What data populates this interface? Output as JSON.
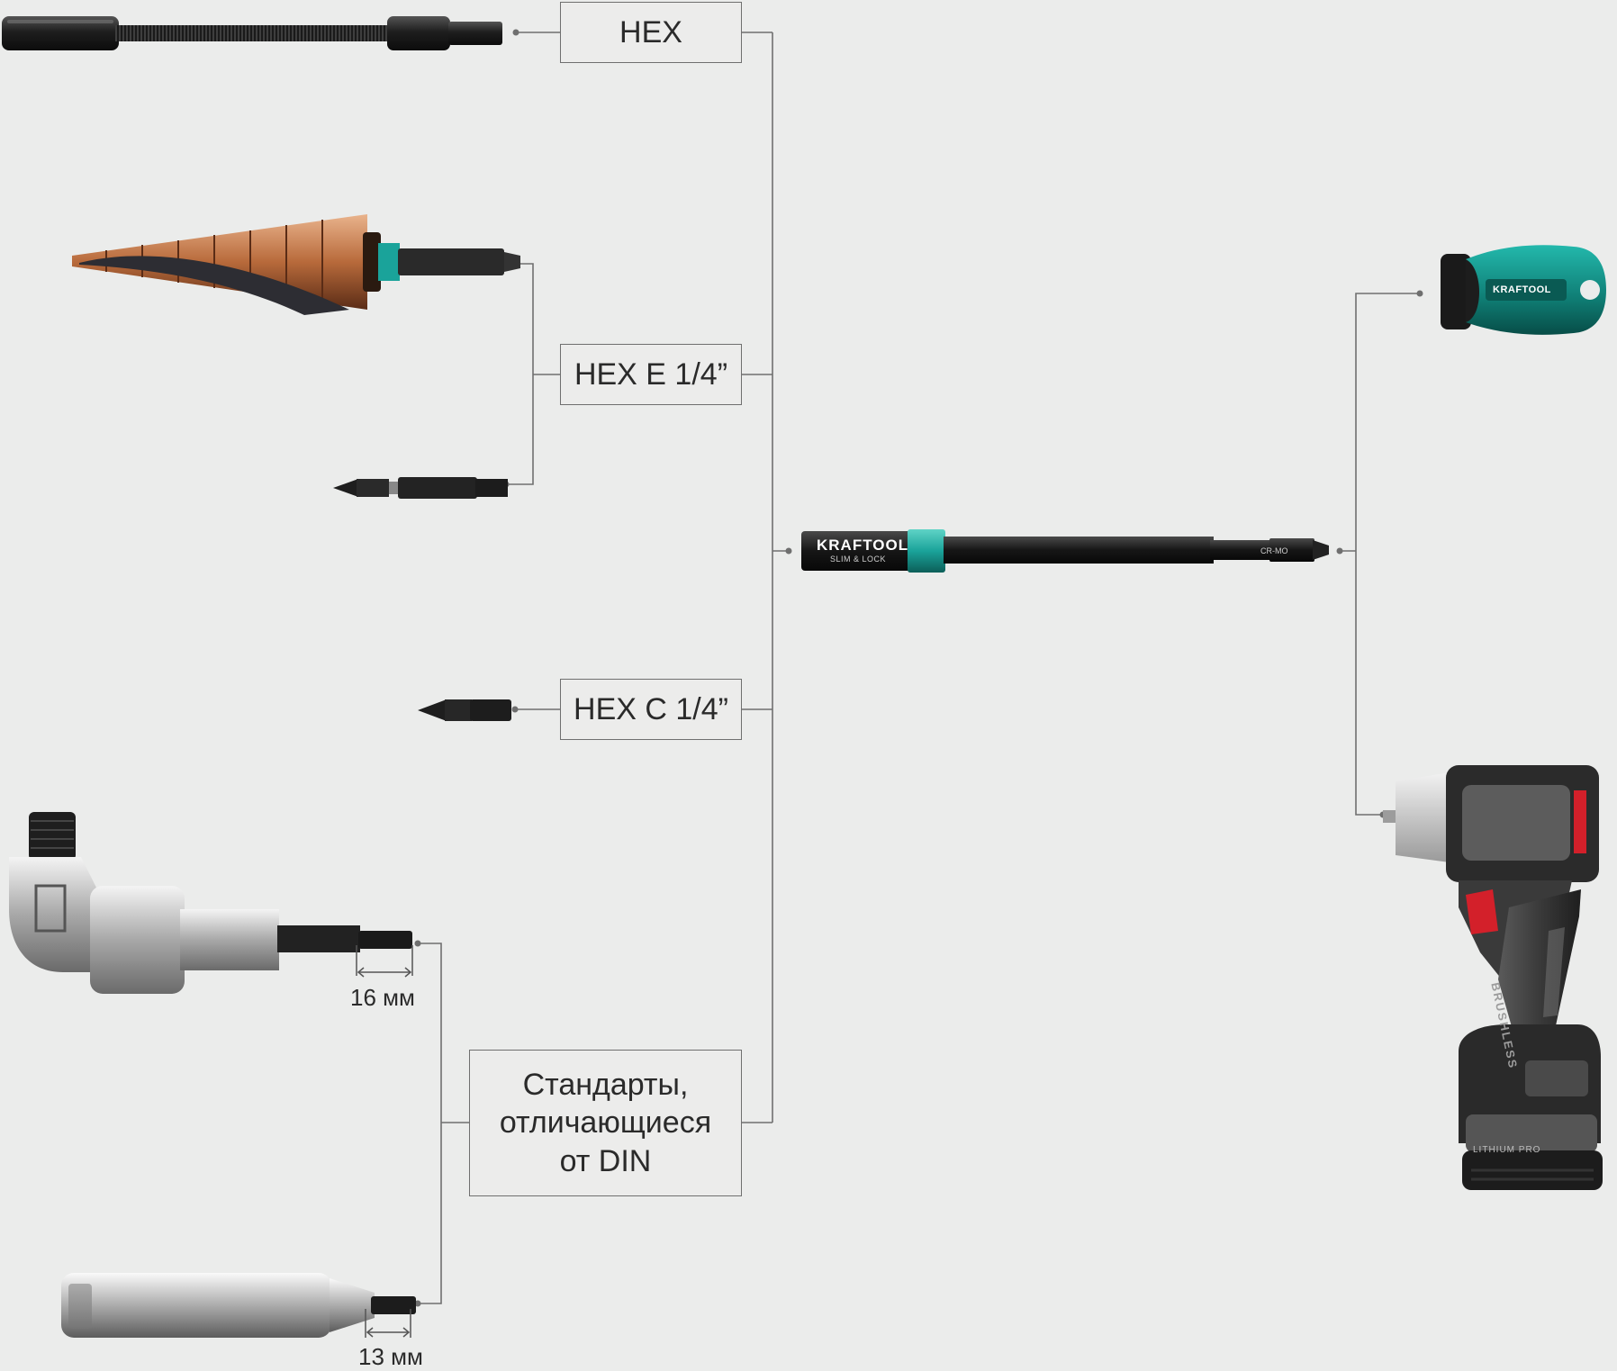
{
  "labels": {
    "hex": "HEX",
    "hex_e": "HEX E 1/4”",
    "hex_c": "HEX C 1/4”",
    "non_din_line1": "Стандарты,",
    "non_din_line2": "отличающиеся",
    "non_din_line3": "от DIN"
  },
  "dimensions": {
    "angle_adapter": "16 мм",
    "socket_holder": "13 мм"
  },
  "product_marks": {
    "holder_brand": "KRAFTOOL",
    "holder_model": "SLIM & LOCK",
    "holder_material": "CR-MO",
    "screwdriver_brand": "KRAFTOOL",
    "drill_badge": "BRUSHLESS",
    "battery_badge": "LITHIUM PRO"
  },
  "colors": {
    "background": "#ebeceb",
    "line": "#6f6f6f",
    "accent_teal": "#1aa39a",
    "copper": "#c8824f",
    "drill_red": "#d3202a"
  }
}
